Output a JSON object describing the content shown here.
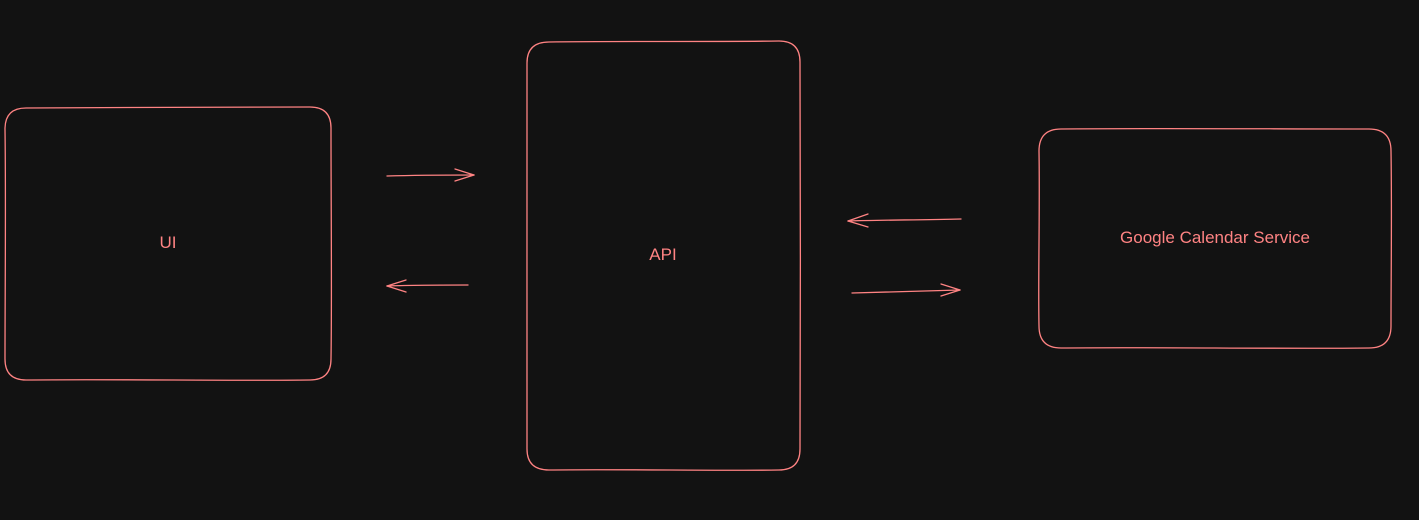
{
  "diagram": {
    "stroke_color": "#ff8383",
    "background_color": "#121212",
    "nodes": {
      "ui": {
        "label": "UI"
      },
      "api": {
        "label": "API"
      },
      "google": {
        "label": "Google Calendar Service"
      }
    },
    "edges": [
      {
        "from": "ui",
        "to": "api"
      },
      {
        "from": "api",
        "to": "ui"
      },
      {
        "from": "google",
        "to": "api"
      },
      {
        "from": "api",
        "to": "google"
      }
    ]
  }
}
